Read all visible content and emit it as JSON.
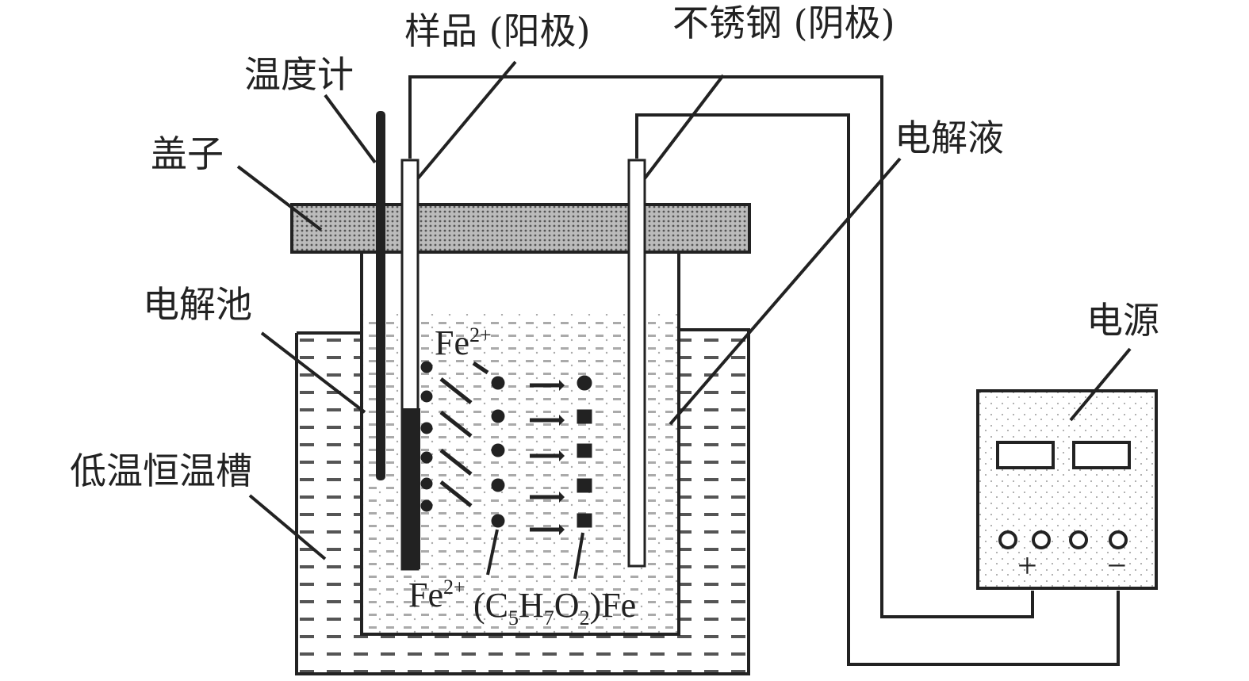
{
  "labels": {
    "thermometer": "温度计",
    "sample_anode": "样品 (阳极)",
    "stainless_cathode": "不锈钢 (阴极)",
    "lid": "盖子",
    "electrolyte": "电解液",
    "electrolytic_cell": "电解池",
    "power_supply": "电源",
    "low_temp_bath": "低温恒温槽"
  },
  "chemistry": {
    "ion_top": {
      "base": "Fe",
      "sup": "2+"
    },
    "ion_bottom": {
      "base": "Fe",
      "sup": "2+"
    },
    "complex": {
      "p1": "(C",
      "s1": "5",
      "p2": "H",
      "s2": "7",
      "p3": "O",
      "s3": "2",
      "p4": ")Fe"
    }
  },
  "power": {
    "plus": "+",
    "minus": "−"
  }
}
